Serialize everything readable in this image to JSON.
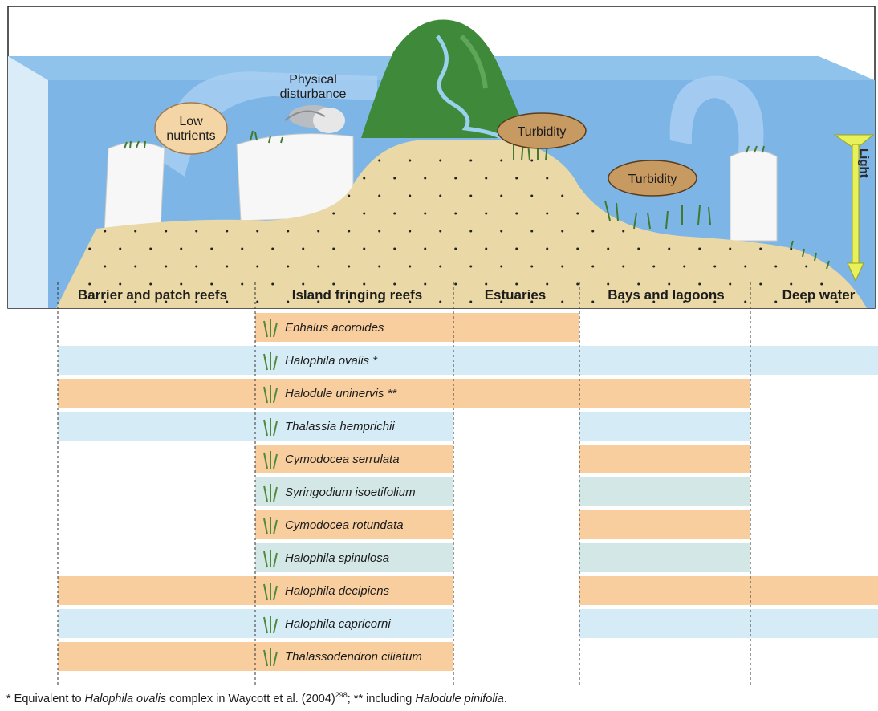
{
  "zones": [
    {
      "label": "Barrier and patch reefs"
    },
    {
      "label": "Island fringing reefs"
    },
    {
      "label": "Estuaries"
    },
    {
      "label": "Bays and lagoons"
    },
    {
      "label": "Deep water"
    }
  ],
  "stressors": {
    "low_nutrients": [
      "Low",
      "nutrients"
    ],
    "physical_disturbance": [
      "Physical",
      "disturbance"
    ],
    "turbidity_estuary": "Turbidity",
    "turbidity_bay": "Turbidity",
    "light": "Light"
  },
  "species": [
    {
      "name": "Enhalus acoroides",
      "color": "orange",
      "zones": [
        false,
        true,
        true,
        false,
        false
      ]
    },
    {
      "name": "Halophila ovalis *",
      "color": "blue",
      "zones": [
        true,
        true,
        true,
        true,
        true
      ]
    },
    {
      "name": "Halodule uninervis **",
      "color": "orange",
      "zones": [
        true,
        true,
        true,
        true,
        false
      ]
    },
    {
      "name": "Thalassia hemprichii",
      "color": "blue",
      "zones": [
        true,
        true,
        false,
        true,
        false
      ]
    },
    {
      "name": "Cymodocea serrulata",
      "color": "orange",
      "zones": [
        false,
        true,
        false,
        true,
        false
      ]
    },
    {
      "name": "Syringodium isoetifolium",
      "color": "teal",
      "zones": [
        false,
        true,
        false,
        true,
        false
      ]
    },
    {
      "name": "Cymodocea rotundata",
      "color": "orange",
      "zones": [
        false,
        true,
        false,
        true,
        false
      ]
    },
    {
      "name": "Halophila spinulosa",
      "color": "teal",
      "zones": [
        false,
        true,
        false,
        true,
        false
      ]
    },
    {
      "name": "Halophila decipiens",
      "color": "orange",
      "zones": [
        true,
        true,
        false,
        true,
        true
      ]
    },
    {
      "name": "Halophila capricorni",
      "color": "blue",
      "zones": [
        true,
        true,
        false,
        true,
        true
      ]
    },
    {
      "name": "Thalassodendron ciliatum",
      "color": "orange",
      "zones": [
        true,
        true,
        false,
        false,
        false
      ]
    }
  ],
  "colors": {
    "orange": "#f9ce9f",
    "blue": "#d5ecf6",
    "teal": "#d3e8e6",
    "water": "#8fc3ec",
    "sand": "#ead9a6",
    "island": "#3f8a3a",
    "cloud": "#f3d5a6"
  },
  "footnote": {
    "part1": "* Equivalent to ",
    "italic1": "Halophila ovalis",
    "part2": " complex in Waycott et al. (2004)",
    "sup": "298",
    "part3": "; ** including ",
    "italic2": "Halodule pinifolia",
    "part4": "."
  }
}
